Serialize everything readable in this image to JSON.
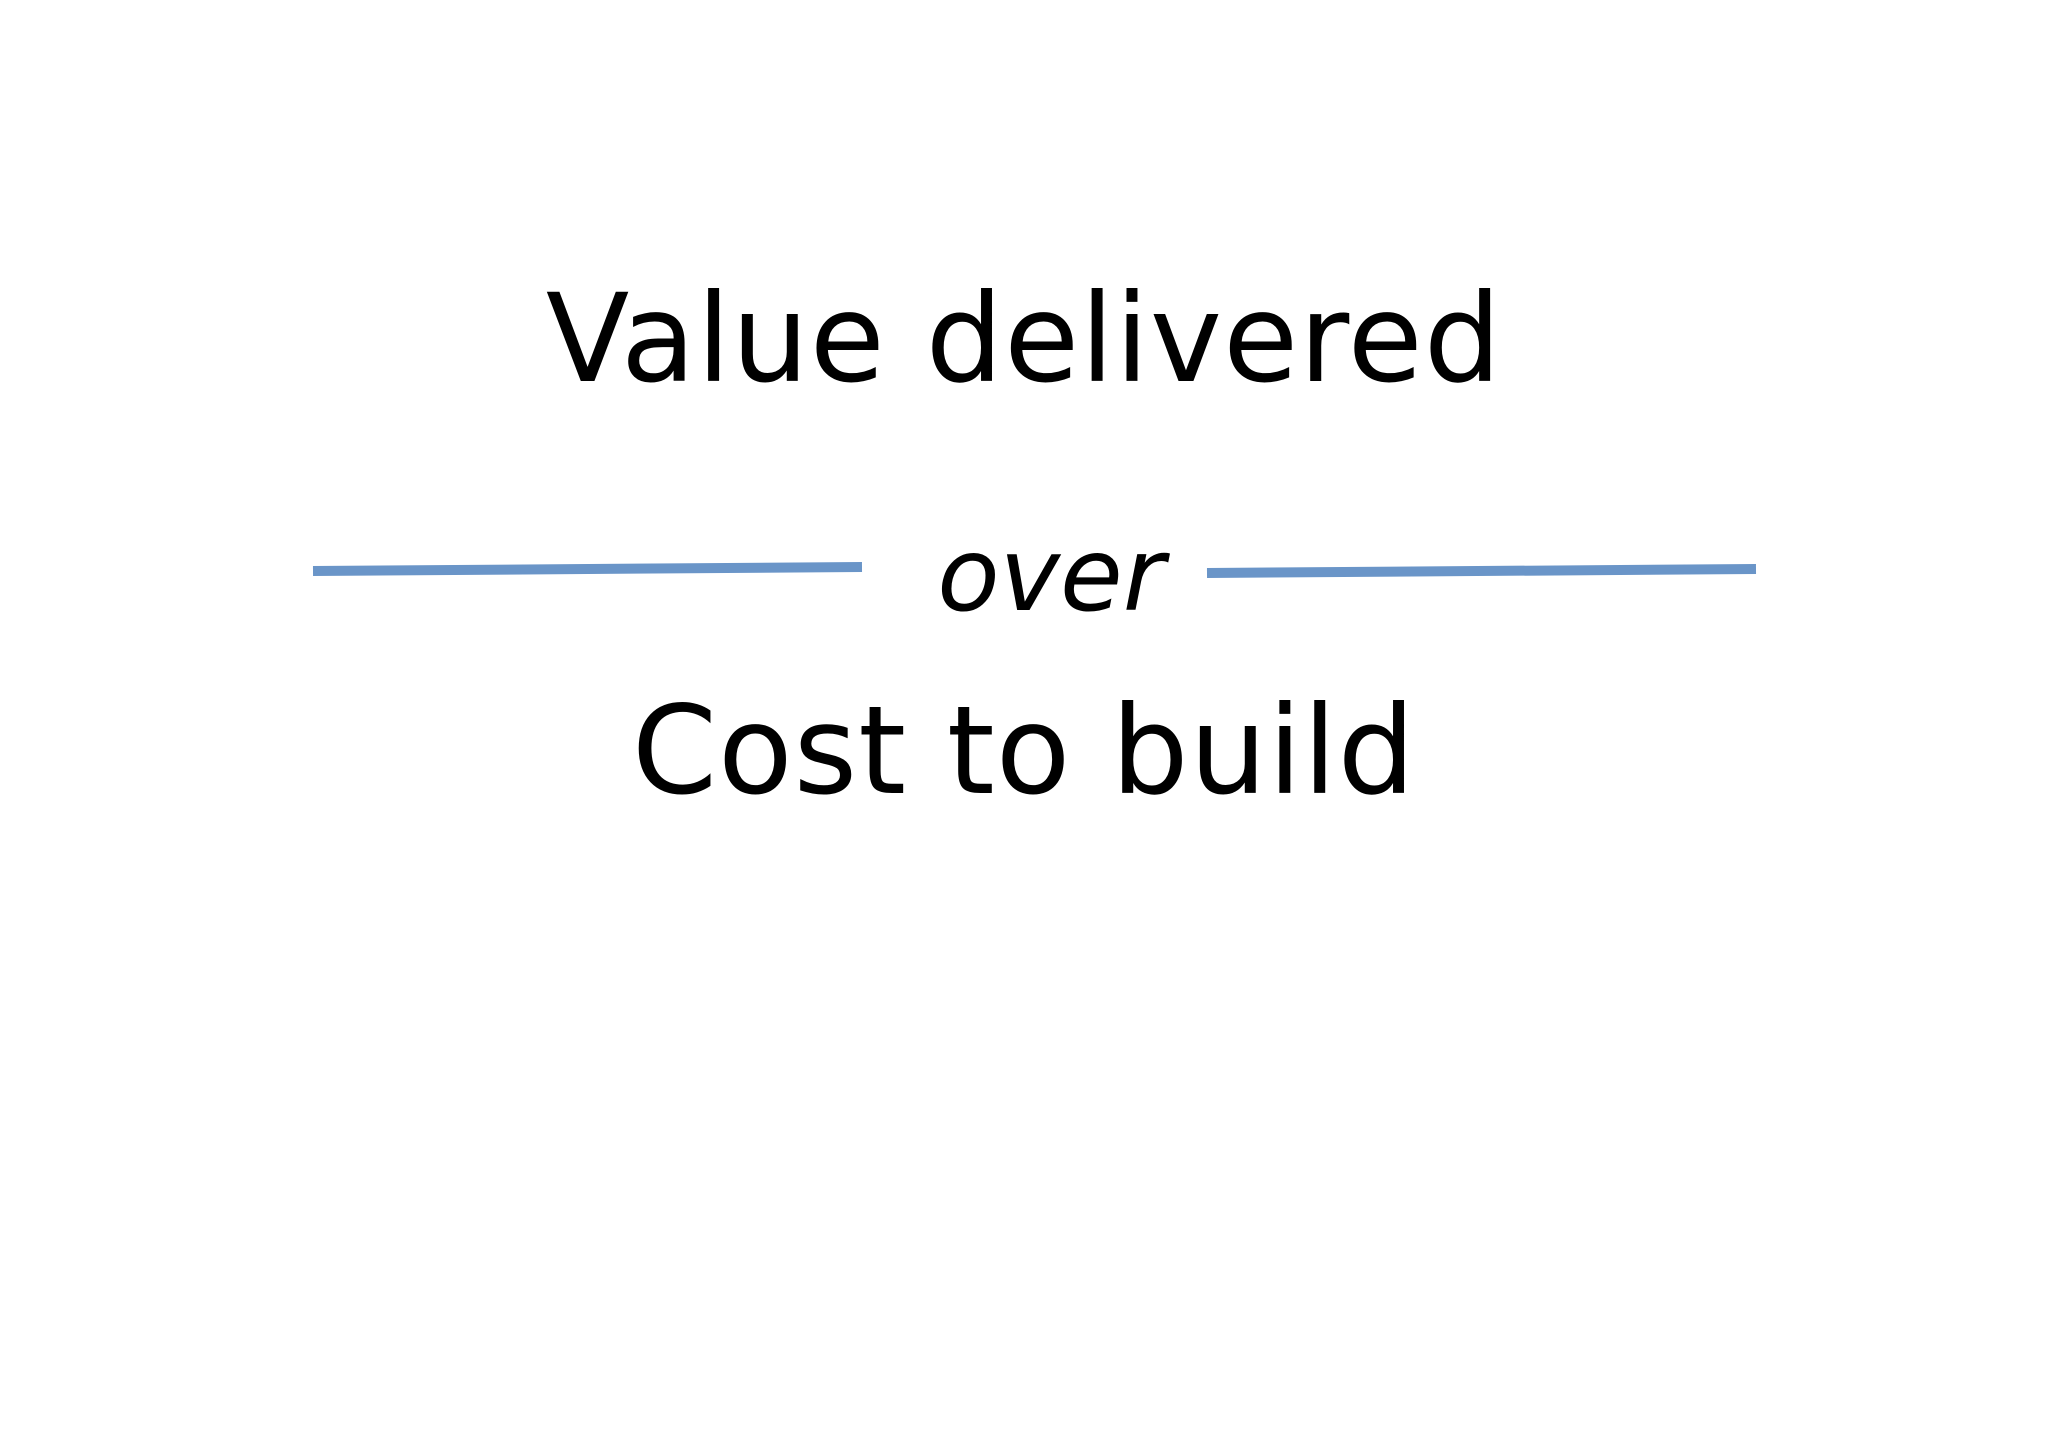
{
  "slide": {
    "numerator": "Value delivered",
    "divider_word": "over",
    "denominator": "Cost to build",
    "line_color": "#6a95c8",
    "text_color": "#000000",
    "background": "#ffffff"
  }
}
